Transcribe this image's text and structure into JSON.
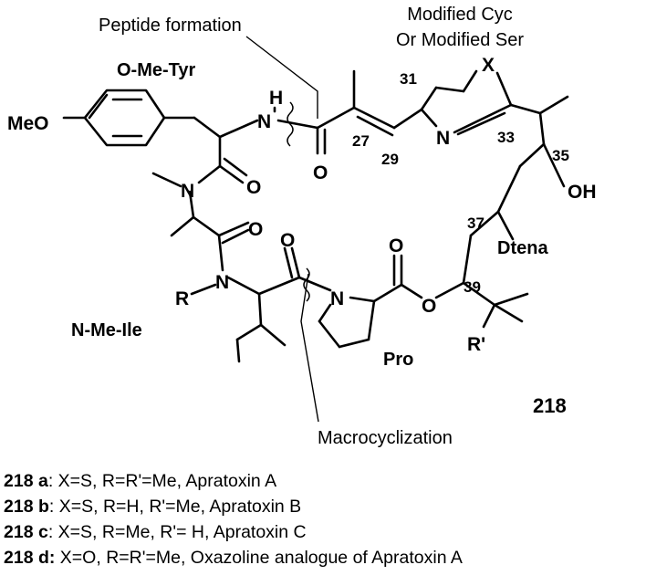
{
  "annotations": {
    "peptide_formation": "Peptide formation",
    "modified_cyc_1": "Modified Cyc",
    "modified_cyc_2": "Or Modified Ser",
    "macrocyclization": "Macrocyclization"
  },
  "residues": {
    "o_me_tyr": "O-Me-Tyr",
    "n_me_ile": "N-Me-Ile",
    "pro": "Pro",
    "dtena": "Dtena"
  },
  "atoms": {
    "meo": "MeO",
    "o": "O",
    "n": "N",
    "h": "H",
    "x": "X",
    "oh": "OH",
    "r": "R",
    "r_prime": "R'"
  },
  "locants": {
    "c27": "27",
    "c29": "29",
    "c31": "31",
    "c33": "33",
    "c35": "35",
    "c37": "37",
    "c39": "39"
  },
  "compound_number": "218",
  "legend": [
    {
      "id": "218 a",
      "sep": ":",
      "text": " X=S, R=R'=Me, Apratoxin A"
    },
    {
      "id": "218 b",
      "sep": ":",
      "text": " X=S, R=H, R'=Me, Apratoxin B"
    },
    {
      "id": "218 c",
      "sep": ":",
      "text": " X=S, R=Me, R'= H, Apratoxin C"
    },
    {
      "id": "218 d",
      "sep": ":",
      "text": " X=O, R=R'=Me, Oxazoline analogue of Apratoxin A"
    }
  ]
}
